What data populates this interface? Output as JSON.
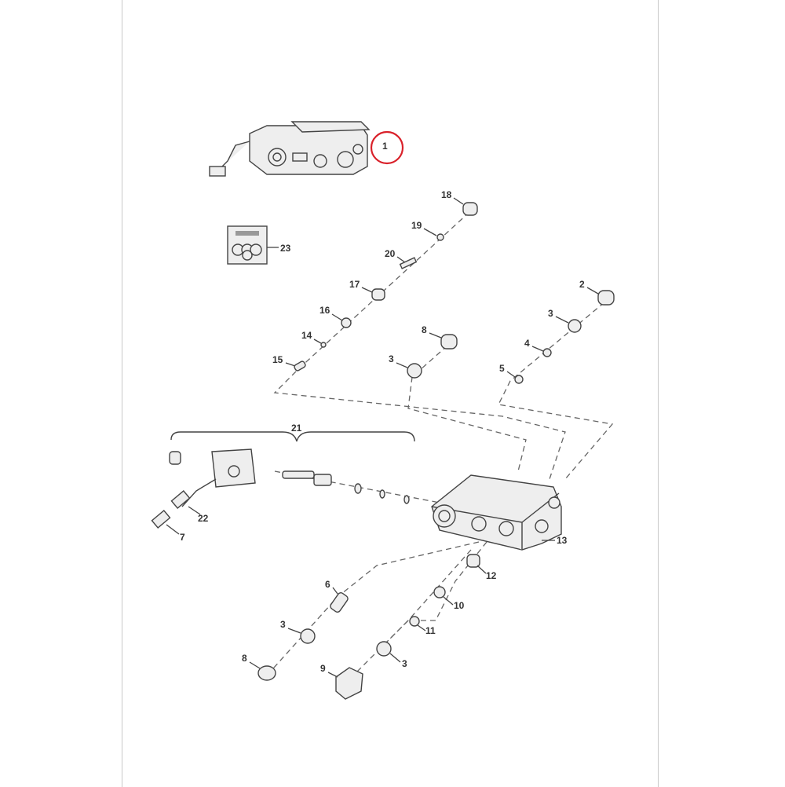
{
  "diagram": {
    "highlight_color": "#d9212a",
    "callouts": [
      {
        "id": "c1",
        "label": "1"
      },
      {
        "id": "c18",
        "label": "18"
      },
      {
        "id": "c19",
        "label": "19"
      },
      {
        "id": "c20",
        "label": "20"
      },
      {
        "id": "c17",
        "label": "17"
      },
      {
        "id": "c16",
        "label": "16"
      },
      {
        "id": "c14",
        "label": "14"
      },
      {
        "id": "c15",
        "label": "15"
      },
      {
        "id": "c23",
        "label": "23"
      },
      {
        "id": "c2",
        "label": "2"
      },
      {
        "id": "c3a",
        "label": "3"
      },
      {
        "id": "c4",
        "label": "4"
      },
      {
        "id": "c5",
        "label": "5"
      },
      {
        "id": "c8a",
        "label": "8"
      },
      {
        "id": "c3b",
        "label": "3"
      },
      {
        "id": "c21",
        "label": "21"
      },
      {
        "id": "c22",
        "label": "22"
      },
      {
        "id": "c7",
        "label": "7"
      },
      {
        "id": "c13",
        "label": "13"
      },
      {
        "id": "c12",
        "label": "12"
      },
      {
        "id": "c6",
        "label": "6"
      },
      {
        "id": "c10",
        "label": "10"
      },
      {
        "id": "c3c",
        "label": "3"
      },
      {
        "id": "c11",
        "label": "11"
      },
      {
        "id": "c8b",
        "label": "8"
      },
      {
        "id": "c3d",
        "label": "3"
      },
      {
        "id": "c9",
        "label": "9"
      }
    ]
  }
}
